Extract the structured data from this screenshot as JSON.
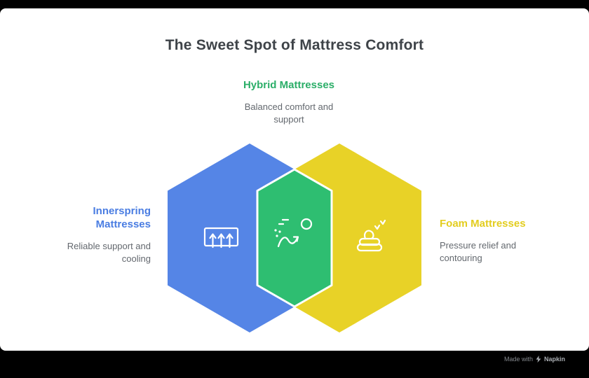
{
  "canvas": {
    "title": "The Sweet Spot of Mattress Comfort"
  },
  "regions": {
    "hybrid": {
      "label": "Hybrid Mattresses",
      "description": "Balanced comfort and support",
      "icon": "comfort-motion-icon"
    },
    "innerspring": {
      "label": "Innerspring Mattresses",
      "description": "Reliable support and cooling",
      "icon": "spring-airflow-icon"
    },
    "foam": {
      "label": "Foam Mattresses",
      "description": "Pressure relief and contouring",
      "icon": "foam-swirl-icon"
    }
  },
  "colors": {
    "innerspring": "#5585E6",
    "foam": "#E8D227",
    "hybrid": "#2EBE71",
    "title_text": "#3E4348",
    "body_text": "#63686E",
    "innerspring_label": "#4A7DE2",
    "foam_label": "#E3CD1F",
    "hybrid_label": "#2BAE68"
  },
  "watermark": {
    "prefix": "Made with",
    "brand": "Napkin"
  }
}
